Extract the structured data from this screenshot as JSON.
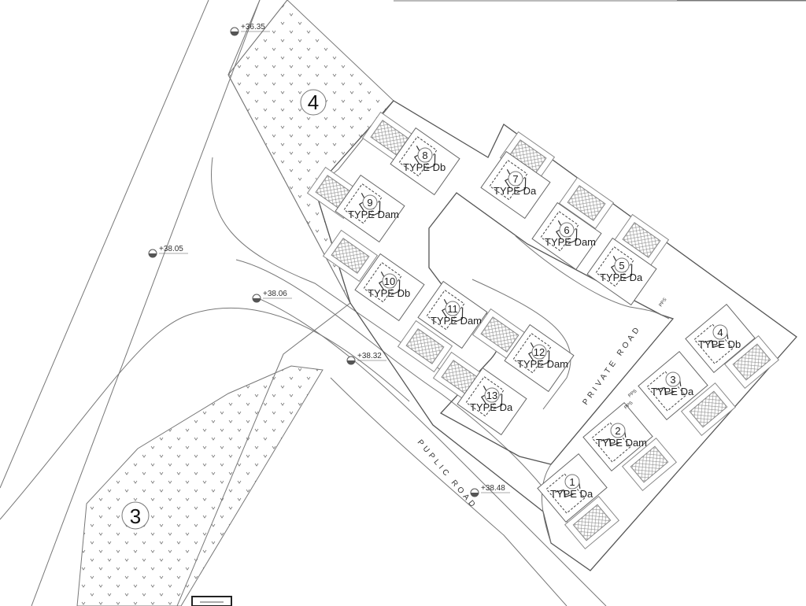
{
  "zones": [
    {
      "id": "4",
      "label": "4"
    },
    {
      "id": "3",
      "label": "3"
    }
  ],
  "elevations": [
    "+36.35",
    "+38.05",
    "+38.06",
    "+38.32",
    "+38.48"
  ],
  "roads": {
    "private": "PRIVATE ROAD",
    "public": "PUPLIC ROAD"
  },
  "plots": [
    {
      "number": "1",
      "type": "TYPE Da"
    },
    {
      "number": "2",
      "type": "TYPE Dam"
    },
    {
      "number": "3",
      "type": "TYPE Da"
    },
    {
      "number": "4",
      "type": "TYPE Db"
    },
    {
      "number": "5",
      "type": "TYPE Da"
    },
    {
      "number": "6",
      "type": "TYPE Dam"
    },
    {
      "number": "7",
      "type": "TYPE Da"
    },
    {
      "number": "8",
      "type": "TYPE Db"
    },
    {
      "number": "9",
      "type": "TYPE Dam"
    },
    {
      "number": "10",
      "type": "TYPE Db"
    },
    {
      "number": "11",
      "type": "TYPE Dam"
    },
    {
      "number": "12",
      "type": "TYPE Dam"
    },
    {
      "number": "13",
      "type": "TYPE Da"
    }
  ],
  "parking_labels": [
    "PPS",
    "PPS",
    "PPS"
  ]
}
